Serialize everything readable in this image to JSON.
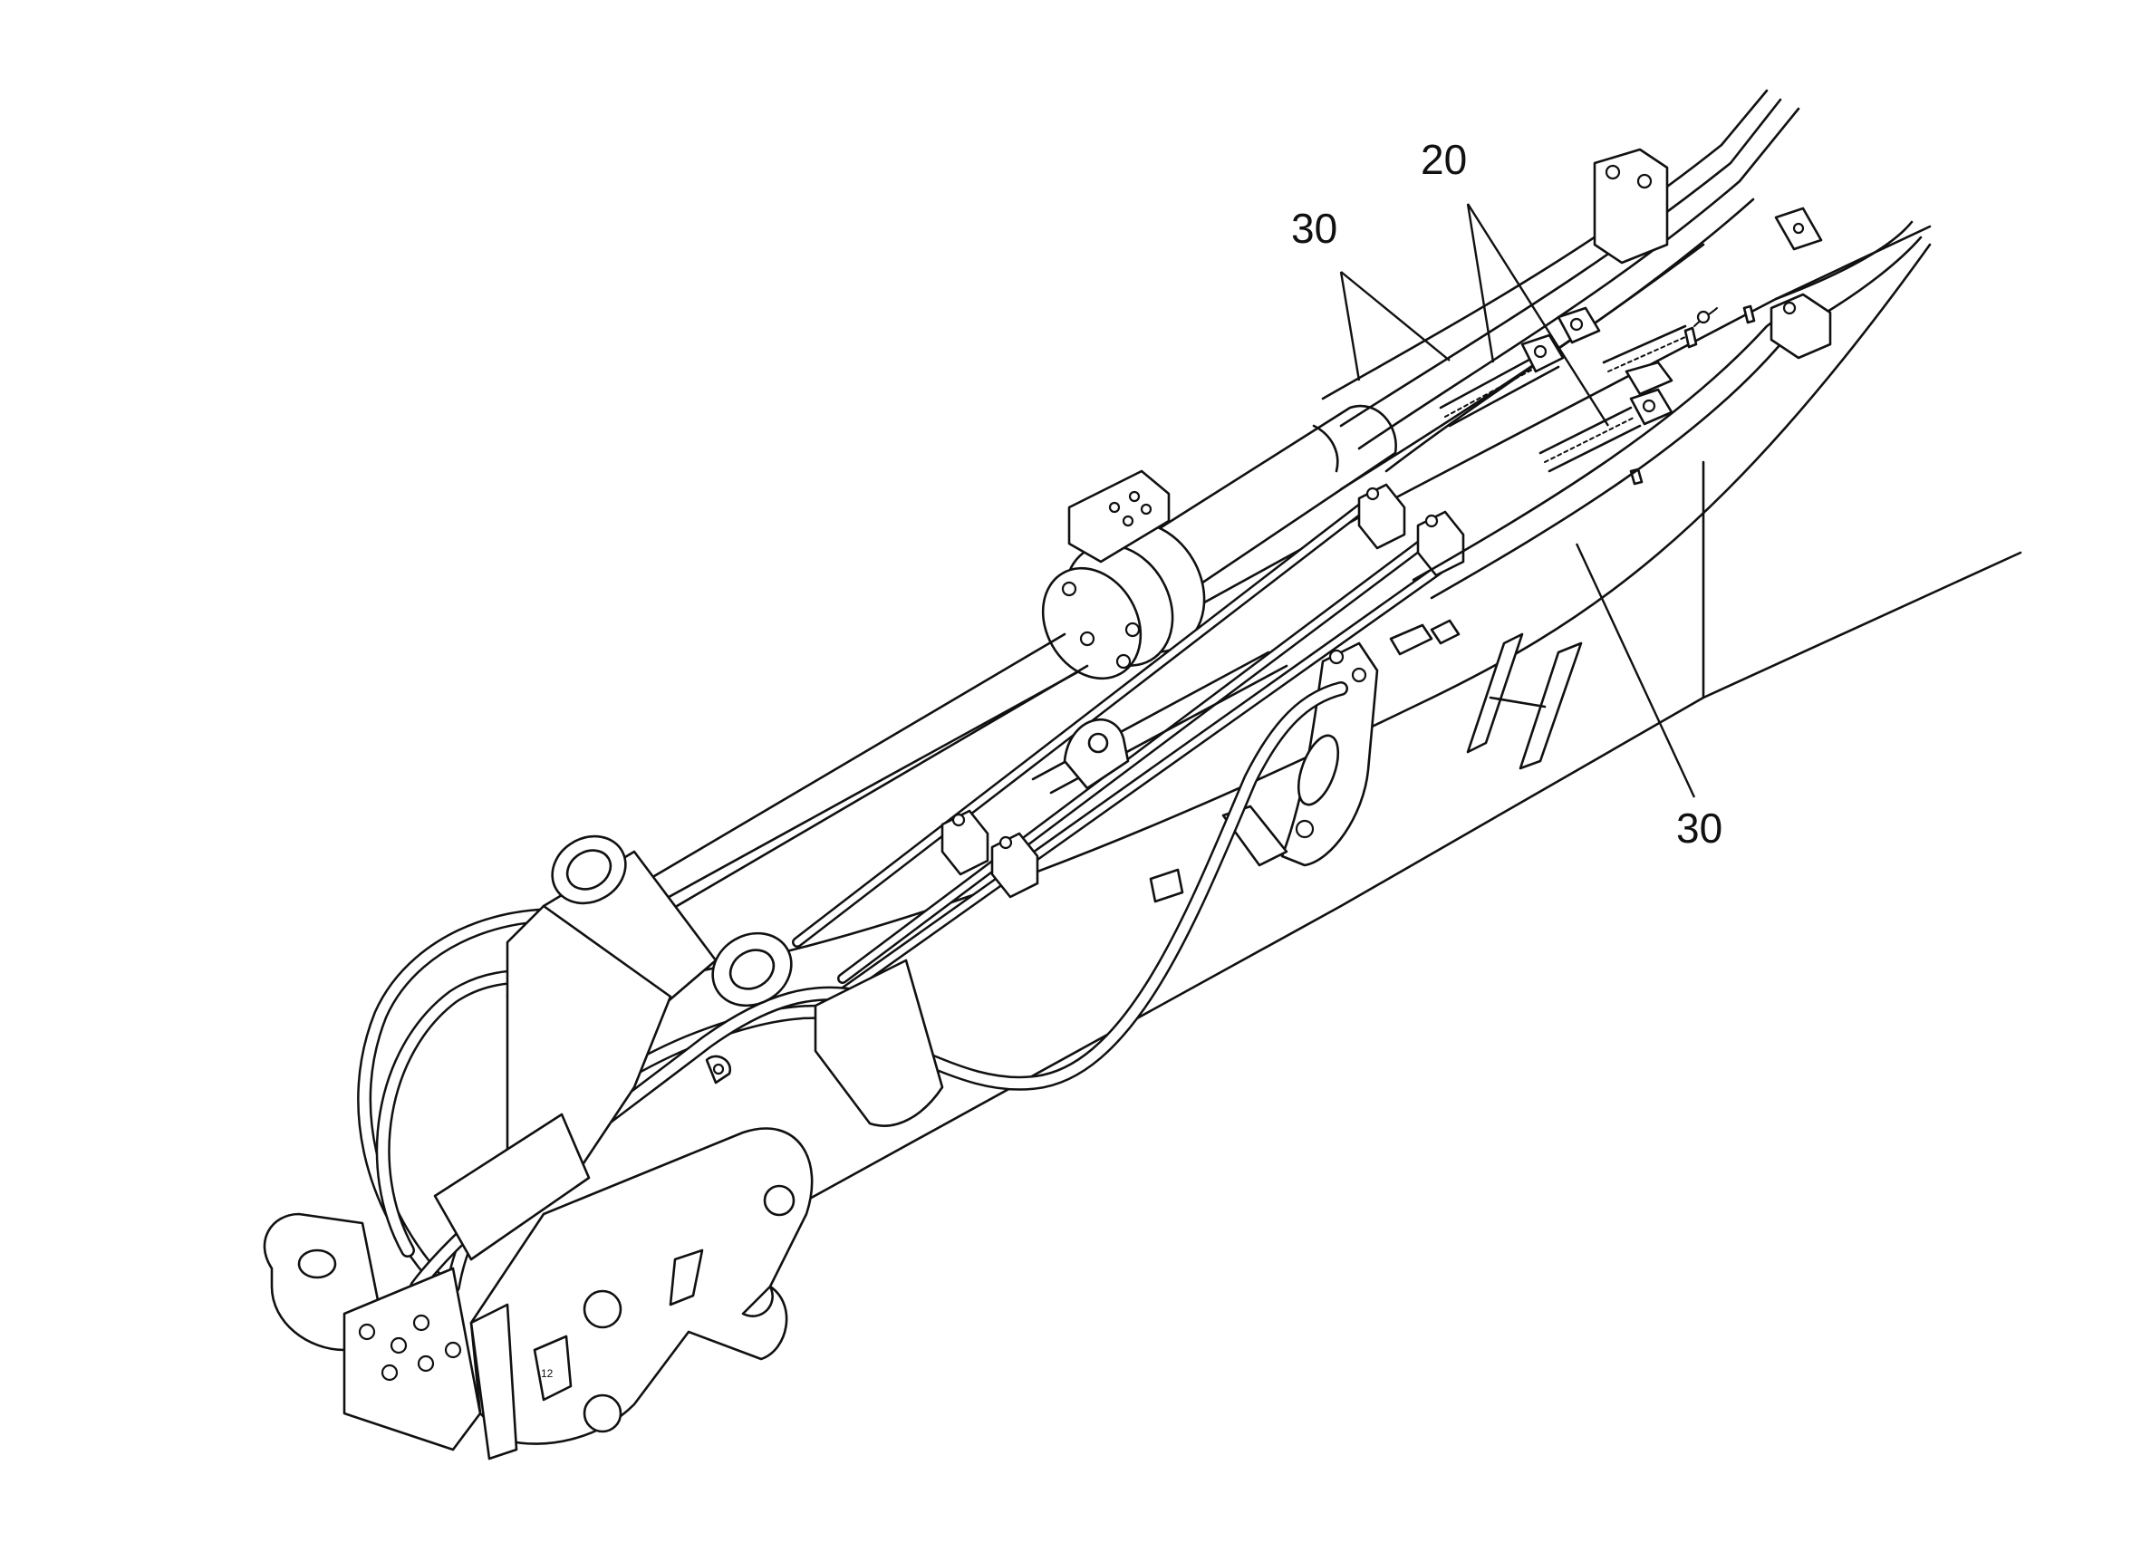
{
  "figure": {
    "callouts": [
      {
        "id": "30-upper",
        "text": "30"
      },
      {
        "id": "20",
        "text": "20"
      },
      {
        "id": "30-lower",
        "text": "30"
      }
    ]
  }
}
